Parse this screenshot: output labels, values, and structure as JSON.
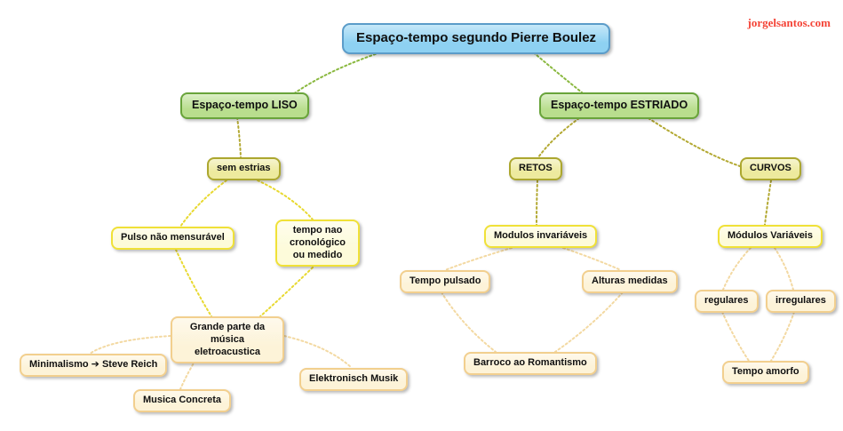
{
  "watermark": "jorgelsantos.com",
  "colors": {
    "root_fill": "#8ed1f2",
    "root_border": "#5b9cc9",
    "branch_fill": "#b9de8e",
    "branch_border": "#69a43b",
    "olive_fill": "#edea9e",
    "olive_border": "#aca72f",
    "yellow_fill": "#fdfbda",
    "yellow_border": "#f0e138",
    "cream_fill": "#fdf3d8",
    "cream_border": "#f2cf8e",
    "link_green": "#8ab83f",
    "link_olive": "#b3a933",
    "link_yellow": "#e8d931",
    "link_cream": "#f3d9a2",
    "watermark_color": "#f44336"
  },
  "nodes": {
    "root": {
      "label": "Espaço-tempo segundo Pierre Boulez"
    },
    "liso": {
      "label": "Espaço-tempo LISO"
    },
    "estriado": {
      "label": "Espaço-tempo ESTRIADO"
    },
    "sem_estrias": {
      "label": "sem estrias"
    },
    "retos": {
      "label": "RETOS"
    },
    "curvos": {
      "label": "CURVOS"
    },
    "pulso_nao_mensuravel": {
      "label": "Pulso não mensurável"
    },
    "tempo_nao_cronologico": {
      "label": "tempo nao cronológico ou medido"
    },
    "modulos_invariaveis": {
      "label": "Modulos invariáveis"
    },
    "modulos_variaveis": {
      "label": "Módulos Variáveis"
    },
    "tempo_pulsado": {
      "label": "Tempo pulsado"
    },
    "alturas_medidas": {
      "label": "Alturas medidas"
    },
    "regulares": {
      "label": "regulares"
    },
    "irregulares": {
      "label": "irregulares"
    },
    "grande_parte": {
      "label": "Grande parte da música eletroacustica"
    },
    "minimalismo": {
      "label": "Minimalismo ➔ Steve Reich"
    },
    "musica_concreta": {
      "label": "Musica Concreta"
    },
    "elektronisch_musik": {
      "label": "Elektronisch Musik"
    },
    "barroco_romantismo": {
      "label": "Barroco ao Romantismo"
    },
    "tempo_amorfo": {
      "label": "Tempo amorfo"
    }
  }
}
